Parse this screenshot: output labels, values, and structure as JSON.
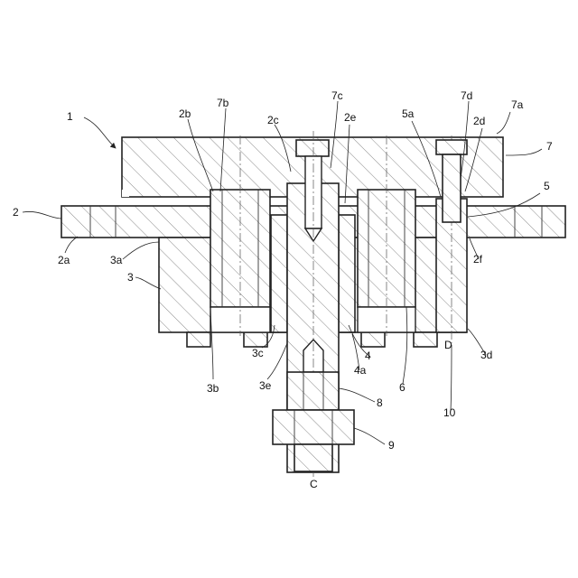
{
  "labels": {
    "l1": "1",
    "l2": "2",
    "l2a": "2a",
    "l2b": "2b",
    "l2c": "2c",
    "l2d": "2d",
    "l2e": "2e",
    "l2f": "2f",
    "l3": "3",
    "l3a": "3a",
    "l3b": "3b",
    "l3c": "3c",
    "l3d": "3d",
    "l3e": "3e",
    "l4": "4",
    "l4a": "4a",
    "l5": "5",
    "l5a": "5a",
    "l6": "6",
    "l7": "7",
    "l7a": "7a",
    "l7b": "7b",
    "l7c": "7c",
    "l7d": "7d",
    "l8": "8",
    "l9": "9",
    "l10": "10",
    "lC": "C",
    "lD": "D"
  }
}
